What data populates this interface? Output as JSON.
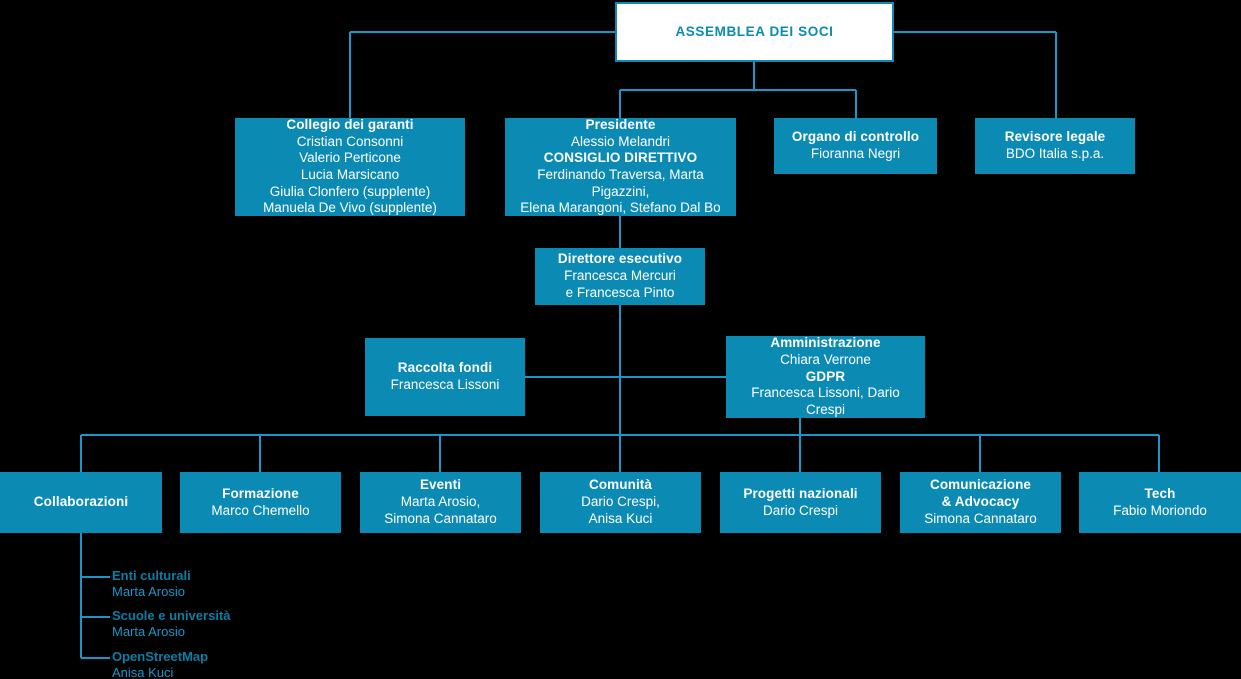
{
  "meta": {
    "title": "Organigramma Wikimedia Italia",
    "colors": {
      "background": "#000000",
      "box_fill": "#0b8ab4",
      "box_text": "#ffffff",
      "root_fill": "#ffffff",
      "root_text": "#0b8ab4",
      "connector": "#1897cc",
      "leaf_title": "#0b7ea6",
      "leaf_name": "#1897cc"
    }
  },
  "nodes": {
    "assemblea": {
      "title": "ASSEMBLEA DEI SOCI"
    },
    "collegio_garanti": {
      "title": "Collegio dei garanti",
      "members": [
        "Cristian Consonni",
        "Valerio Perticone",
        "Lucia Marsicano",
        "Giulia Clonfero (supplente)",
        "Manuela De Vivo (supplente)"
      ]
    },
    "presidente": {
      "title": "Presidente",
      "name": "Alessio Melandri",
      "subtitle": "CONSIGLIO DIRETTIVO",
      "members": [
        "Ferdinando Traversa, Marta Pigazzini,",
        "Elena Marangoni, Stefano Dal Bo"
      ]
    },
    "organo_controllo": {
      "title": "Organo di controllo",
      "name": "Fioranna Negri"
    },
    "revisore_legale": {
      "title": "Revisore legale",
      "name": "BDO Italia s.p.a."
    },
    "direttore_esecutivo": {
      "title": "Direttore esecutivo",
      "line1": "Francesca Mercuri",
      "line2": "e Francesca Pinto"
    },
    "raccolta_fondi": {
      "title": "Raccolta fondi",
      "name": "Francesca Lissoni"
    },
    "amministrazione": {
      "title": "Amministrazione",
      "name": "Chiara Verrone",
      "subtitle": "GDPR",
      "subname": "Francesca Lissoni, Dario Crespi"
    },
    "collaborazioni": {
      "title": "Collaborazioni"
    },
    "formazione": {
      "title": "Formazione",
      "name": "Marco Chemello"
    },
    "eventi": {
      "title": "Eventi",
      "line1": "Marta Arosio,",
      "line2": "Simona Cannataro"
    },
    "comunita": {
      "title": "Comunità",
      "line1": "Dario Crespi,",
      "line2": "Anisa Kuci"
    },
    "progetti_nazionali": {
      "title": "Progetti nazionali",
      "name": "Dario Crespi"
    },
    "comunicazione_advocacy": {
      "title1": "Comunicazione",
      "title2": "& Advocacy",
      "name": "Simona Cannataro"
    },
    "tech": {
      "title": "Tech",
      "name": "Fabio Moriondo"
    }
  },
  "sub_items": [
    {
      "title": "Enti culturali",
      "name": "Marta Arosio"
    },
    {
      "title": "Scuole e università",
      "name": "Marta Arosio"
    },
    {
      "title": "OpenStreetMap",
      "name": "Anisa Kuci"
    }
  ]
}
